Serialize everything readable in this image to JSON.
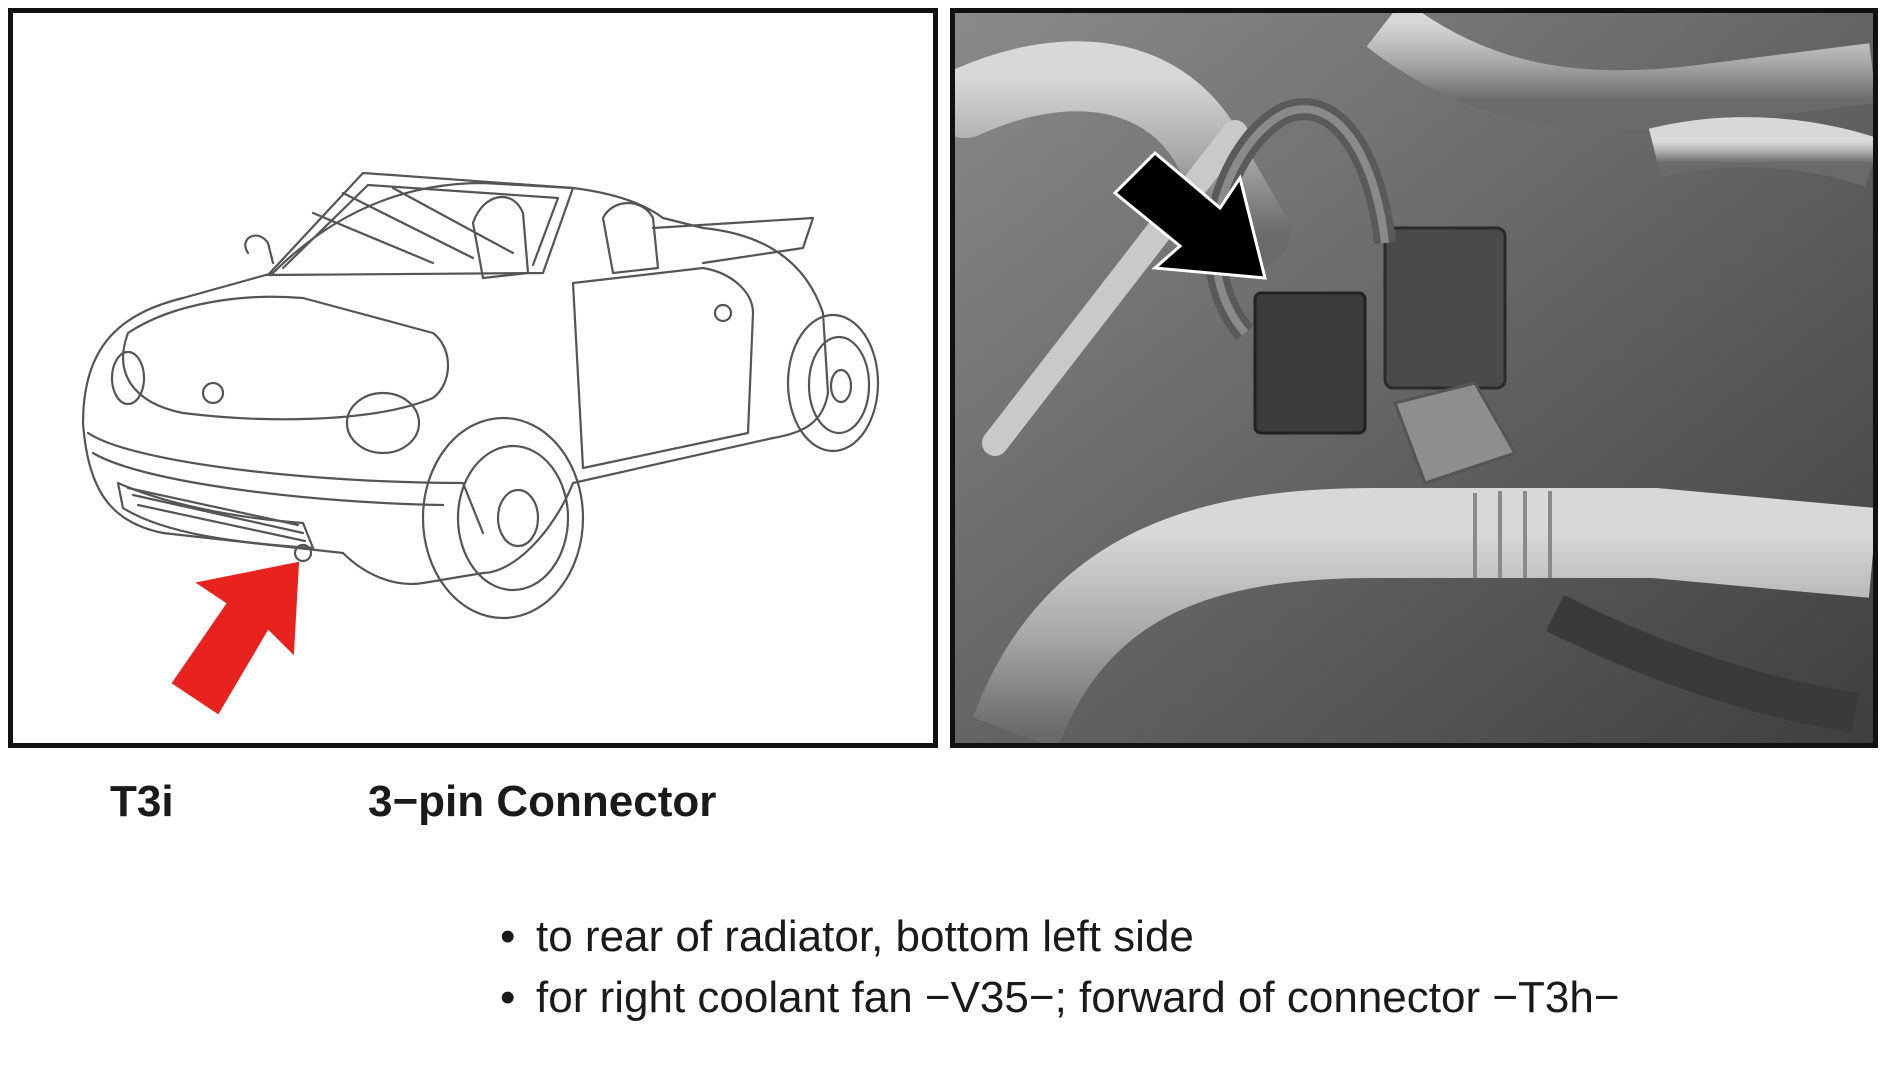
{
  "connector": {
    "code": "T3i",
    "description": "3−pin Connector"
  },
  "notes": [
    "to rear of radiator, bottom left side",
    "for right coolant fan −V35−; forward of connector −T3h−"
  ],
  "bullet_glyph": "•",
  "colors": {
    "locator_arrow": "#e8221e",
    "photo_arrow": "#000000",
    "frame": "#111111"
  }
}
